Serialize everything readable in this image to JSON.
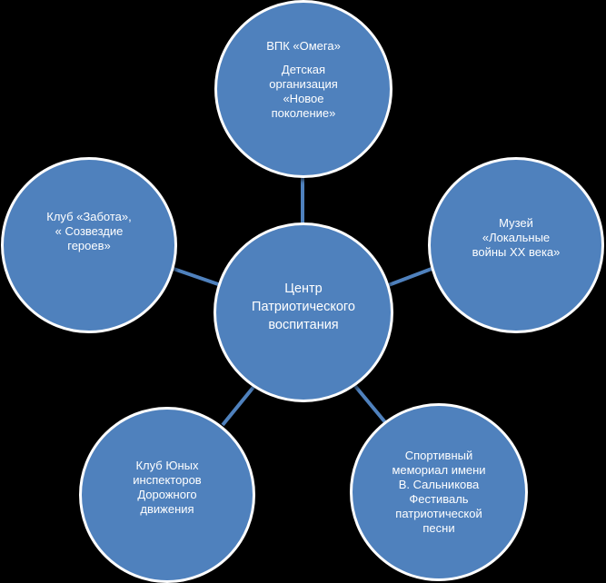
{
  "colors": {
    "background": "#000000",
    "node_fill": "#4F81BD",
    "node_border": "#FFFFFF",
    "connector": "#4F81BD",
    "text": "#FFFFFF"
  },
  "center": {
    "lines": [
      "Центр",
      "Патриотического",
      "воспитания"
    ]
  },
  "nodes": {
    "top": {
      "lines": [
        "ВПК «Омега»",
        "",
        "Детская",
        "организация",
        "«Новое",
        "поколение»"
      ]
    },
    "right": {
      "lines": [
        "Музей",
        "«Локальные",
        "войны XX века»"
      ]
    },
    "bottom_right": {
      "lines": [
        "Спортивный",
        "мемориал имени",
        "В. Сальникова",
        "Фестиваль",
        "патриотической",
        "песни"
      ]
    },
    "bottom_left": {
      "lines": [
        "Клуб Юных",
        "инспекторов",
        "Дорожного",
        "движения"
      ]
    },
    "left": {
      "lines": [
        "Клуб «Забота»,",
        "« Созвездие",
        "героев»"
      ]
    }
  }
}
